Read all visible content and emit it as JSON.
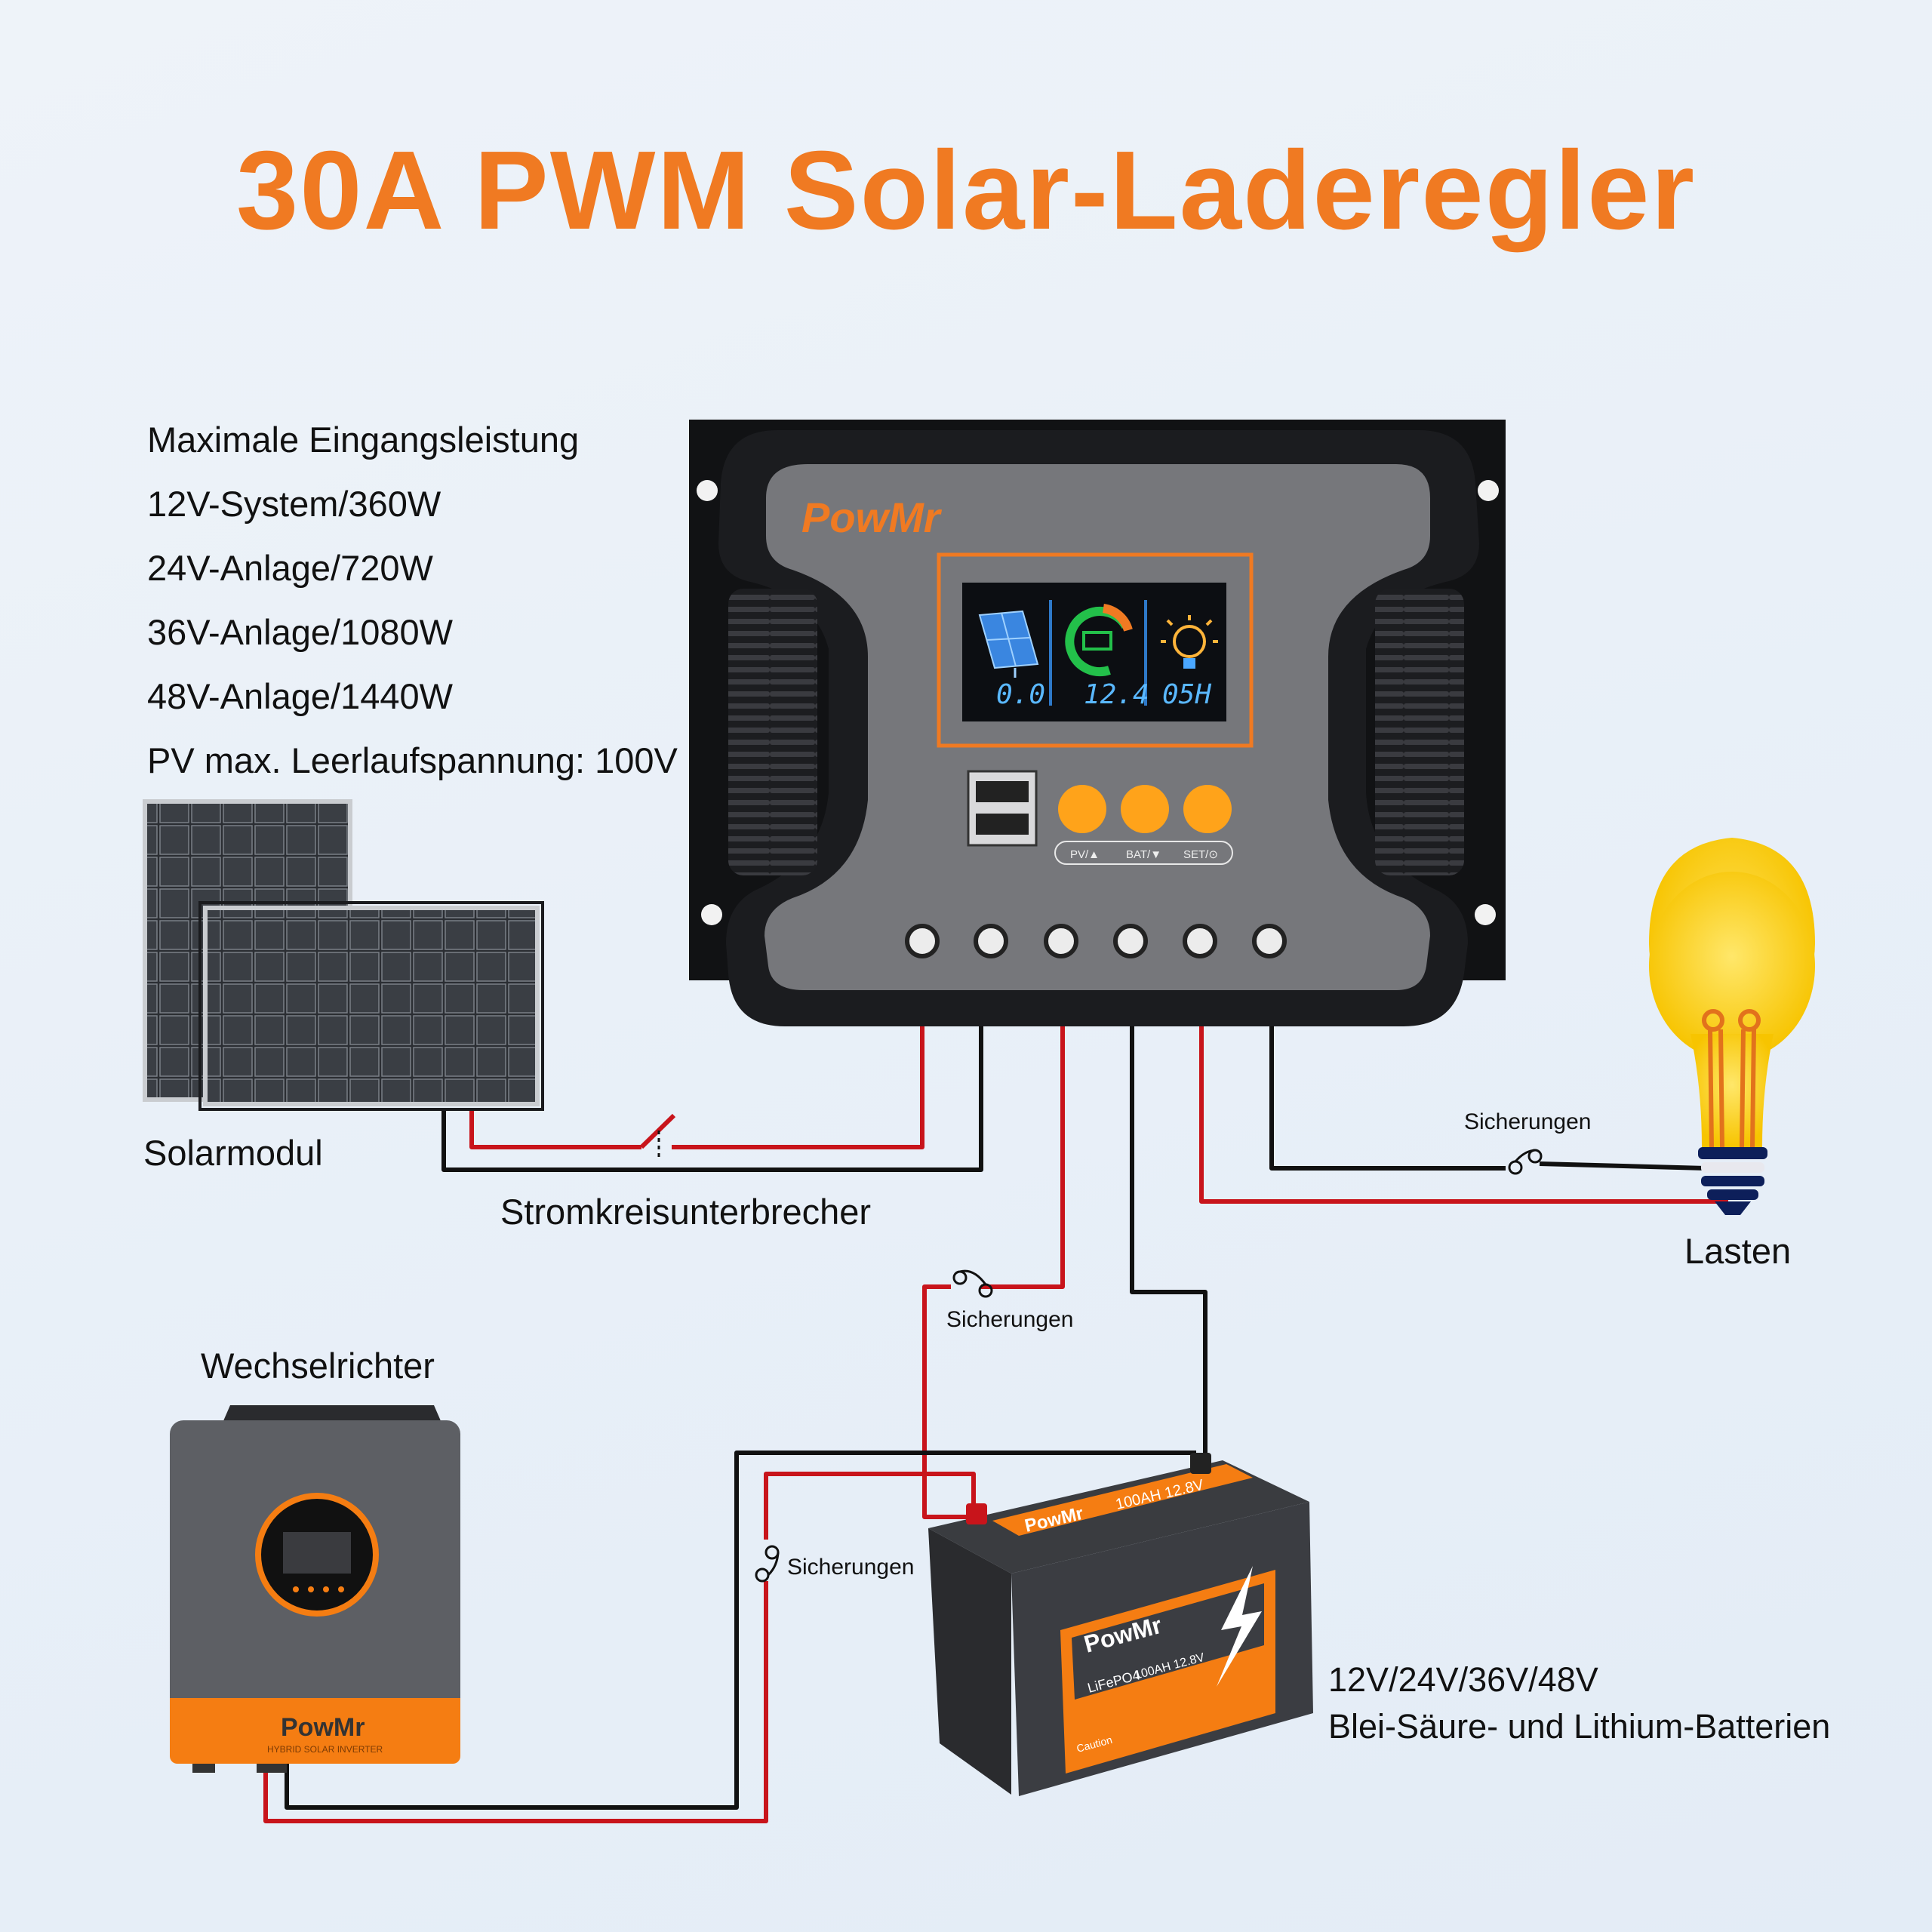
{
  "title": "30A PWM Solar-Laderegler",
  "specs": [
    "Maximale Eingangsleistung",
    "12V-System/360W",
    "24V-Anlage/720W",
    "36V-Anlage/1080W",
    "48V-Anlage/1440W",
    "PV max. Leerlaufspannung: 100V"
  ],
  "components": {
    "solar": "Solarmodul",
    "breaker": "Stromkreisunterbrecher",
    "load": "Lasten",
    "inverter": "Wechselrichter",
    "battery_line1": "12V/24V/36V/48V",
    "battery_line2": "Blei-Säure- und Lithium-Batterien"
  },
  "fuse_labels": {
    "load": "Sicherungen",
    "battery": "Sicherungen",
    "inverter": "Sicherungen"
  },
  "controller": {
    "brand": "PowMr",
    "lcd_pv": "0.0",
    "lcd_bat": "12.4",
    "lcd_load": "05H",
    "btn_pv": "PV/▲",
    "btn_bat": "BAT/▼",
    "btn_set": "SET/⊙"
  },
  "battery_device": {
    "brand": "PowMr",
    "top_tag": "100AH 12.8V",
    "chem": "LiFePO4",
    "chem_tag": "100AH 12.8V",
    "caution": "Caution"
  },
  "inverter_device": {
    "brand": "PowMr",
    "sub": "HYBRID SOLAR INVERTER"
  },
  "colors": {
    "accent": "#f07a22",
    "wire_red": "#c8141b",
    "wire_black": "#111111",
    "lcd_blue": "#5ab8ff"
  }
}
